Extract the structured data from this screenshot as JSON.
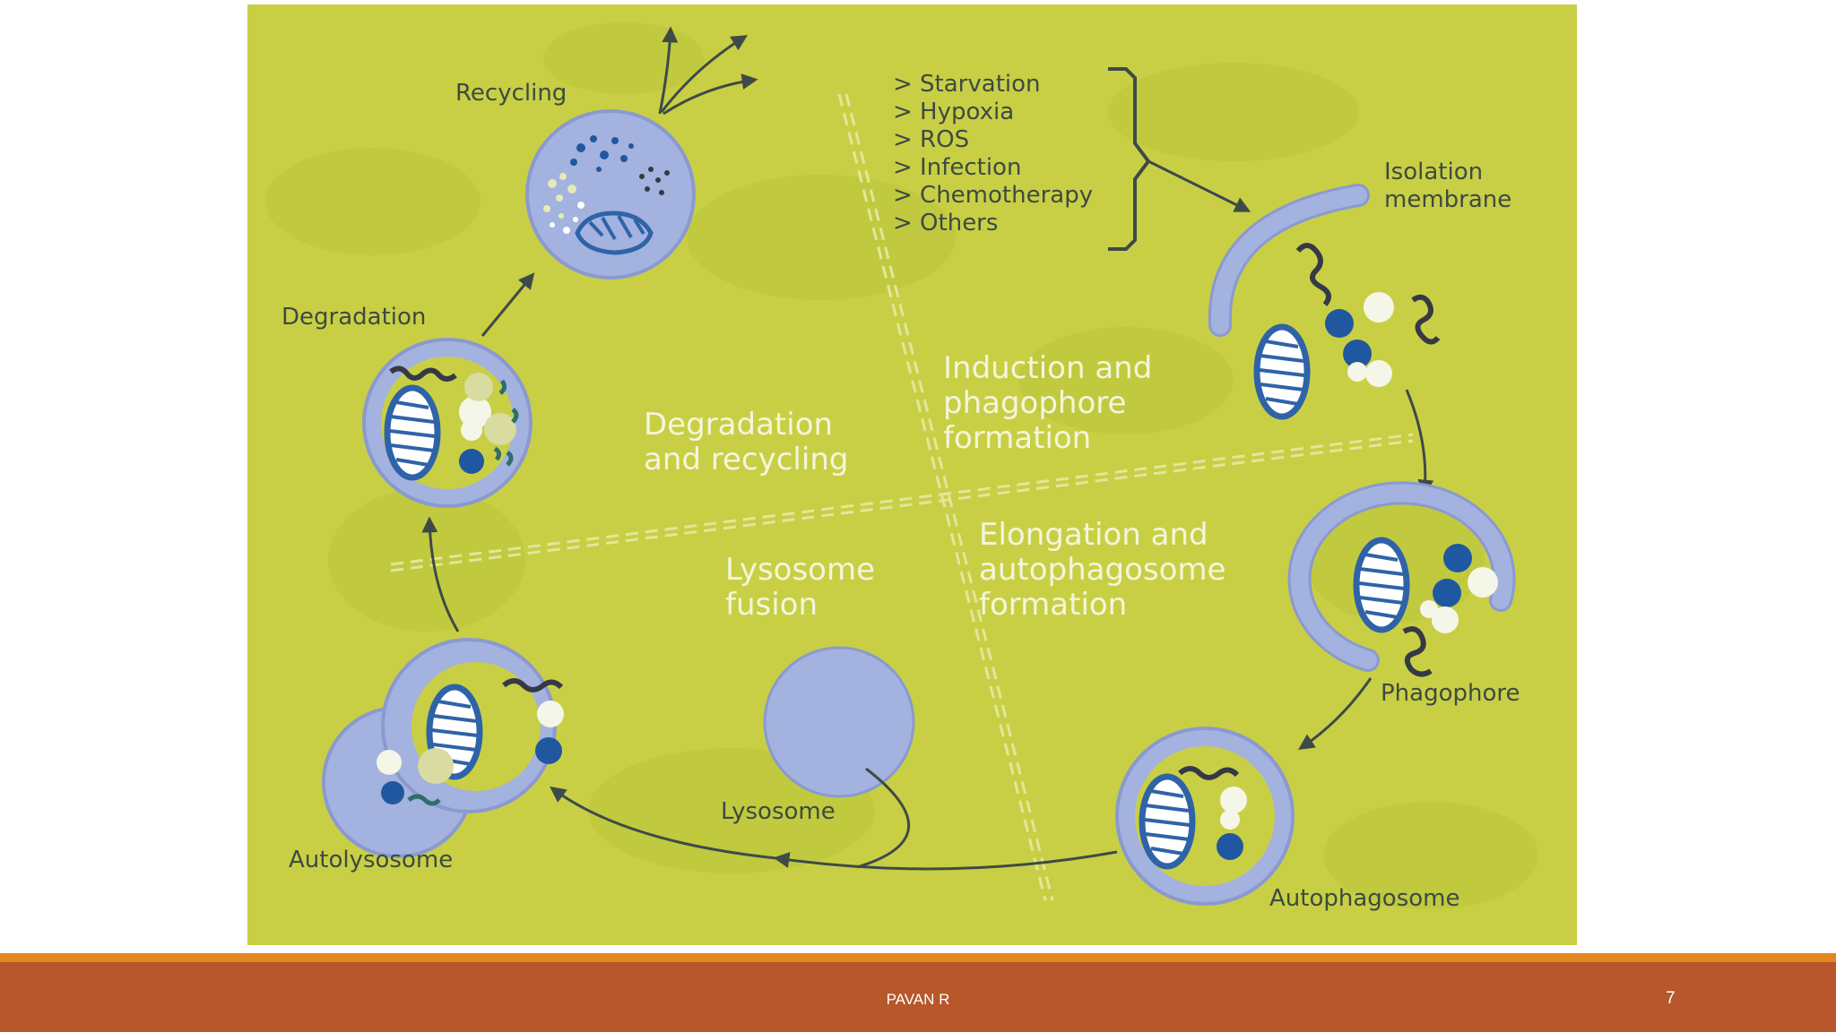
{
  "diagram": {
    "phases": {
      "induction_line1": "Induction and",
      "induction_line2": "phagophore",
      "induction_line3": "formation",
      "elongation_line1": "Elongation and",
      "elongation_line2": "autophagosome",
      "elongation_line3": "formation",
      "fusion_line1": "Lysosome",
      "fusion_line2": "fusion",
      "degradation_line1": "Degradation",
      "degradation_line2": "and recycling"
    },
    "labels": {
      "recycling": "Recycling",
      "degradation": "Degradation",
      "isolation_membrane_line1": "Isolation",
      "isolation_membrane_line2": "membrane",
      "phagophore": "Phagophore",
      "autophagosome": "Autophagosome",
      "lysosome": "Lysosome",
      "autolysosome": "Autolysosome"
    },
    "triggers": [
      "> Starvation",
      "> Hypoxia",
      "> ROS",
      "> Infection",
      "> Chemotherapy",
      "> Others"
    ],
    "colors": {
      "background": "#c9cf45",
      "membrane": "#a3b2de",
      "organelle_blue": "#1f58a0",
      "arrow": "#3e4a48"
    }
  },
  "footer": {
    "presenter": "PAVAN R",
    "slide_number": "7",
    "bar_color": "#b7572b",
    "line_color": "#e2861f"
  }
}
